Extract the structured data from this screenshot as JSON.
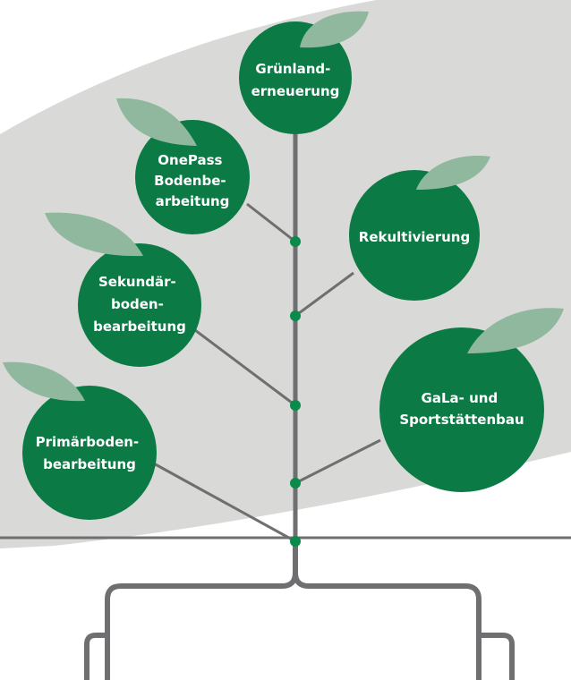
{
  "colors": {
    "background_shape": "#d9dad8",
    "stem": "#6f6f71",
    "node_fill": "#0c7a45",
    "node_dot": "#0c8a4c",
    "leaf": "#8fb89e",
    "leaf_dark": "#7aa98b",
    "ground": "#6f6f71",
    "label_text": "#ffffff"
  },
  "nodes": [
    {
      "id": "gruenland",
      "lines": [
        "Grünland-",
        "erneuerung"
      ]
    },
    {
      "id": "onepass",
      "lines": [
        "OnePass",
        "Bodenbe-",
        "arbeitung"
      ]
    },
    {
      "id": "rekultivierung",
      "lines": [
        "Rekultivierung"
      ]
    },
    {
      "id": "sekundaer",
      "lines": [
        "Sekundär-",
        "boden-",
        "bearbeitung"
      ]
    },
    {
      "id": "gala",
      "lines": [
        "GaLa- und",
        "Sportstättenbau"
      ]
    },
    {
      "id": "primaer",
      "lines": [
        "Primärboden-",
        "bearbeitung"
      ]
    }
  ]
}
